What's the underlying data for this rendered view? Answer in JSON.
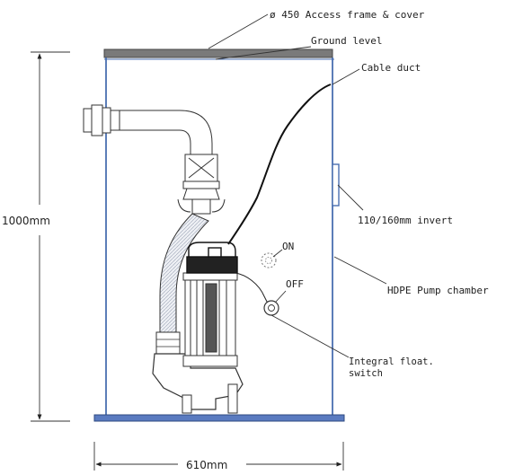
{
  "labels": {
    "access_frame": "ø 450 Access frame & cover",
    "ground_level": "Ground level",
    "cable_duct": "Cable duct",
    "invert": "110/160mm invert",
    "chamber": "HDPE Pump chamber",
    "float_switch_line1": "Integral float.",
    "float_switch_line2": "switch",
    "on": "ON",
    "off": "OFF"
  },
  "dimensions": {
    "height": "1000mm",
    "width": "610mm"
  },
  "colors": {
    "chamber_outline": "#4a6fb0",
    "lid": "#666666",
    "ink": "#222222",
    "cable": "#111111"
  }
}
